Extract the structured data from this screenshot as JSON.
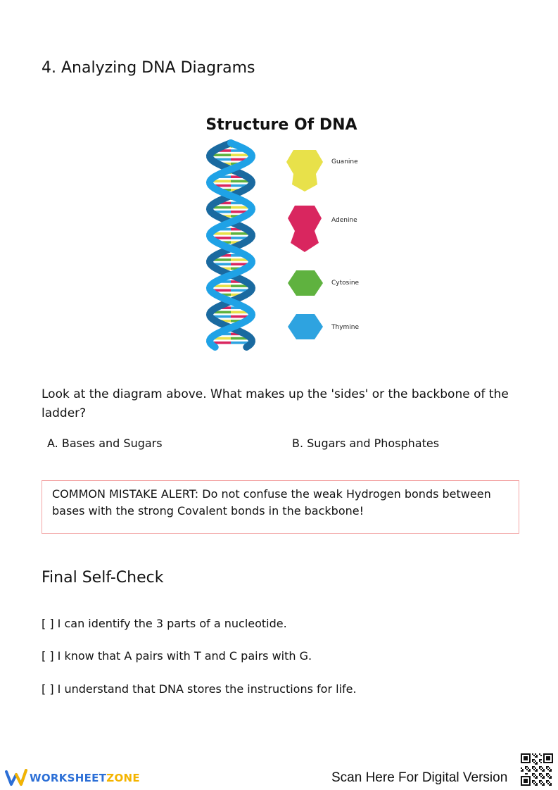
{
  "section": {
    "title": "4. Analyzing DNA Diagrams"
  },
  "diagram": {
    "title": "Structure Of DNA",
    "bases": [
      {
        "name": "Guanine",
        "color": "#e8e14a"
      },
      {
        "name": "Adenine",
        "color": "#d9265f"
      },
      {
        "name": "Cytosine",
        "color": "#5fb23f"
      },
      {
        "name": "Thymine",
        "color": "#2ea3e0"
      }
    ],
    "strand_colors": {
      "front": "#1fa2e6",
      "back": "#1a6aa0"
    }
  },
  "question": {
    "text": "Look at the diagram above. What makes up the 'sides' or the backbone of the ladder?",
    "options": [
      {
        "label": "A. Bases and Sugars"
      },
      {
        "label": "B. Sugars and Phosphates"
      }
    ]
  },
  "alert": {
    "text": "COMMON MISTAKE ALERT: Do not confuse the weak Hydrogen bonds between bases with the strong Covalent bonds in the backbone!",
    "border_color": "#f3a5a5"
  },
  "self_check": {
    "title": "Final Self-Check",
    "items": [
      {
        "text": "[ ] I can identify the 3 parts of a nucleotide."
      },
      {
        "text": "[ ] I know that A pairs with T and C pairs with G."
      },
      {
        "text": "[ ] I understand that DNA stores the instructions for life."
      }
    ]
  },
  "footer": {
    "brand_first": "WORKSHEET",
    "brand_second": "ZONE",
    "scan_text": "Scan Here For Digital Version",
    "brand_colors": {
      "primary": "#2c6fd6",
      "accent": "#f4b400"
    }
  }
}
